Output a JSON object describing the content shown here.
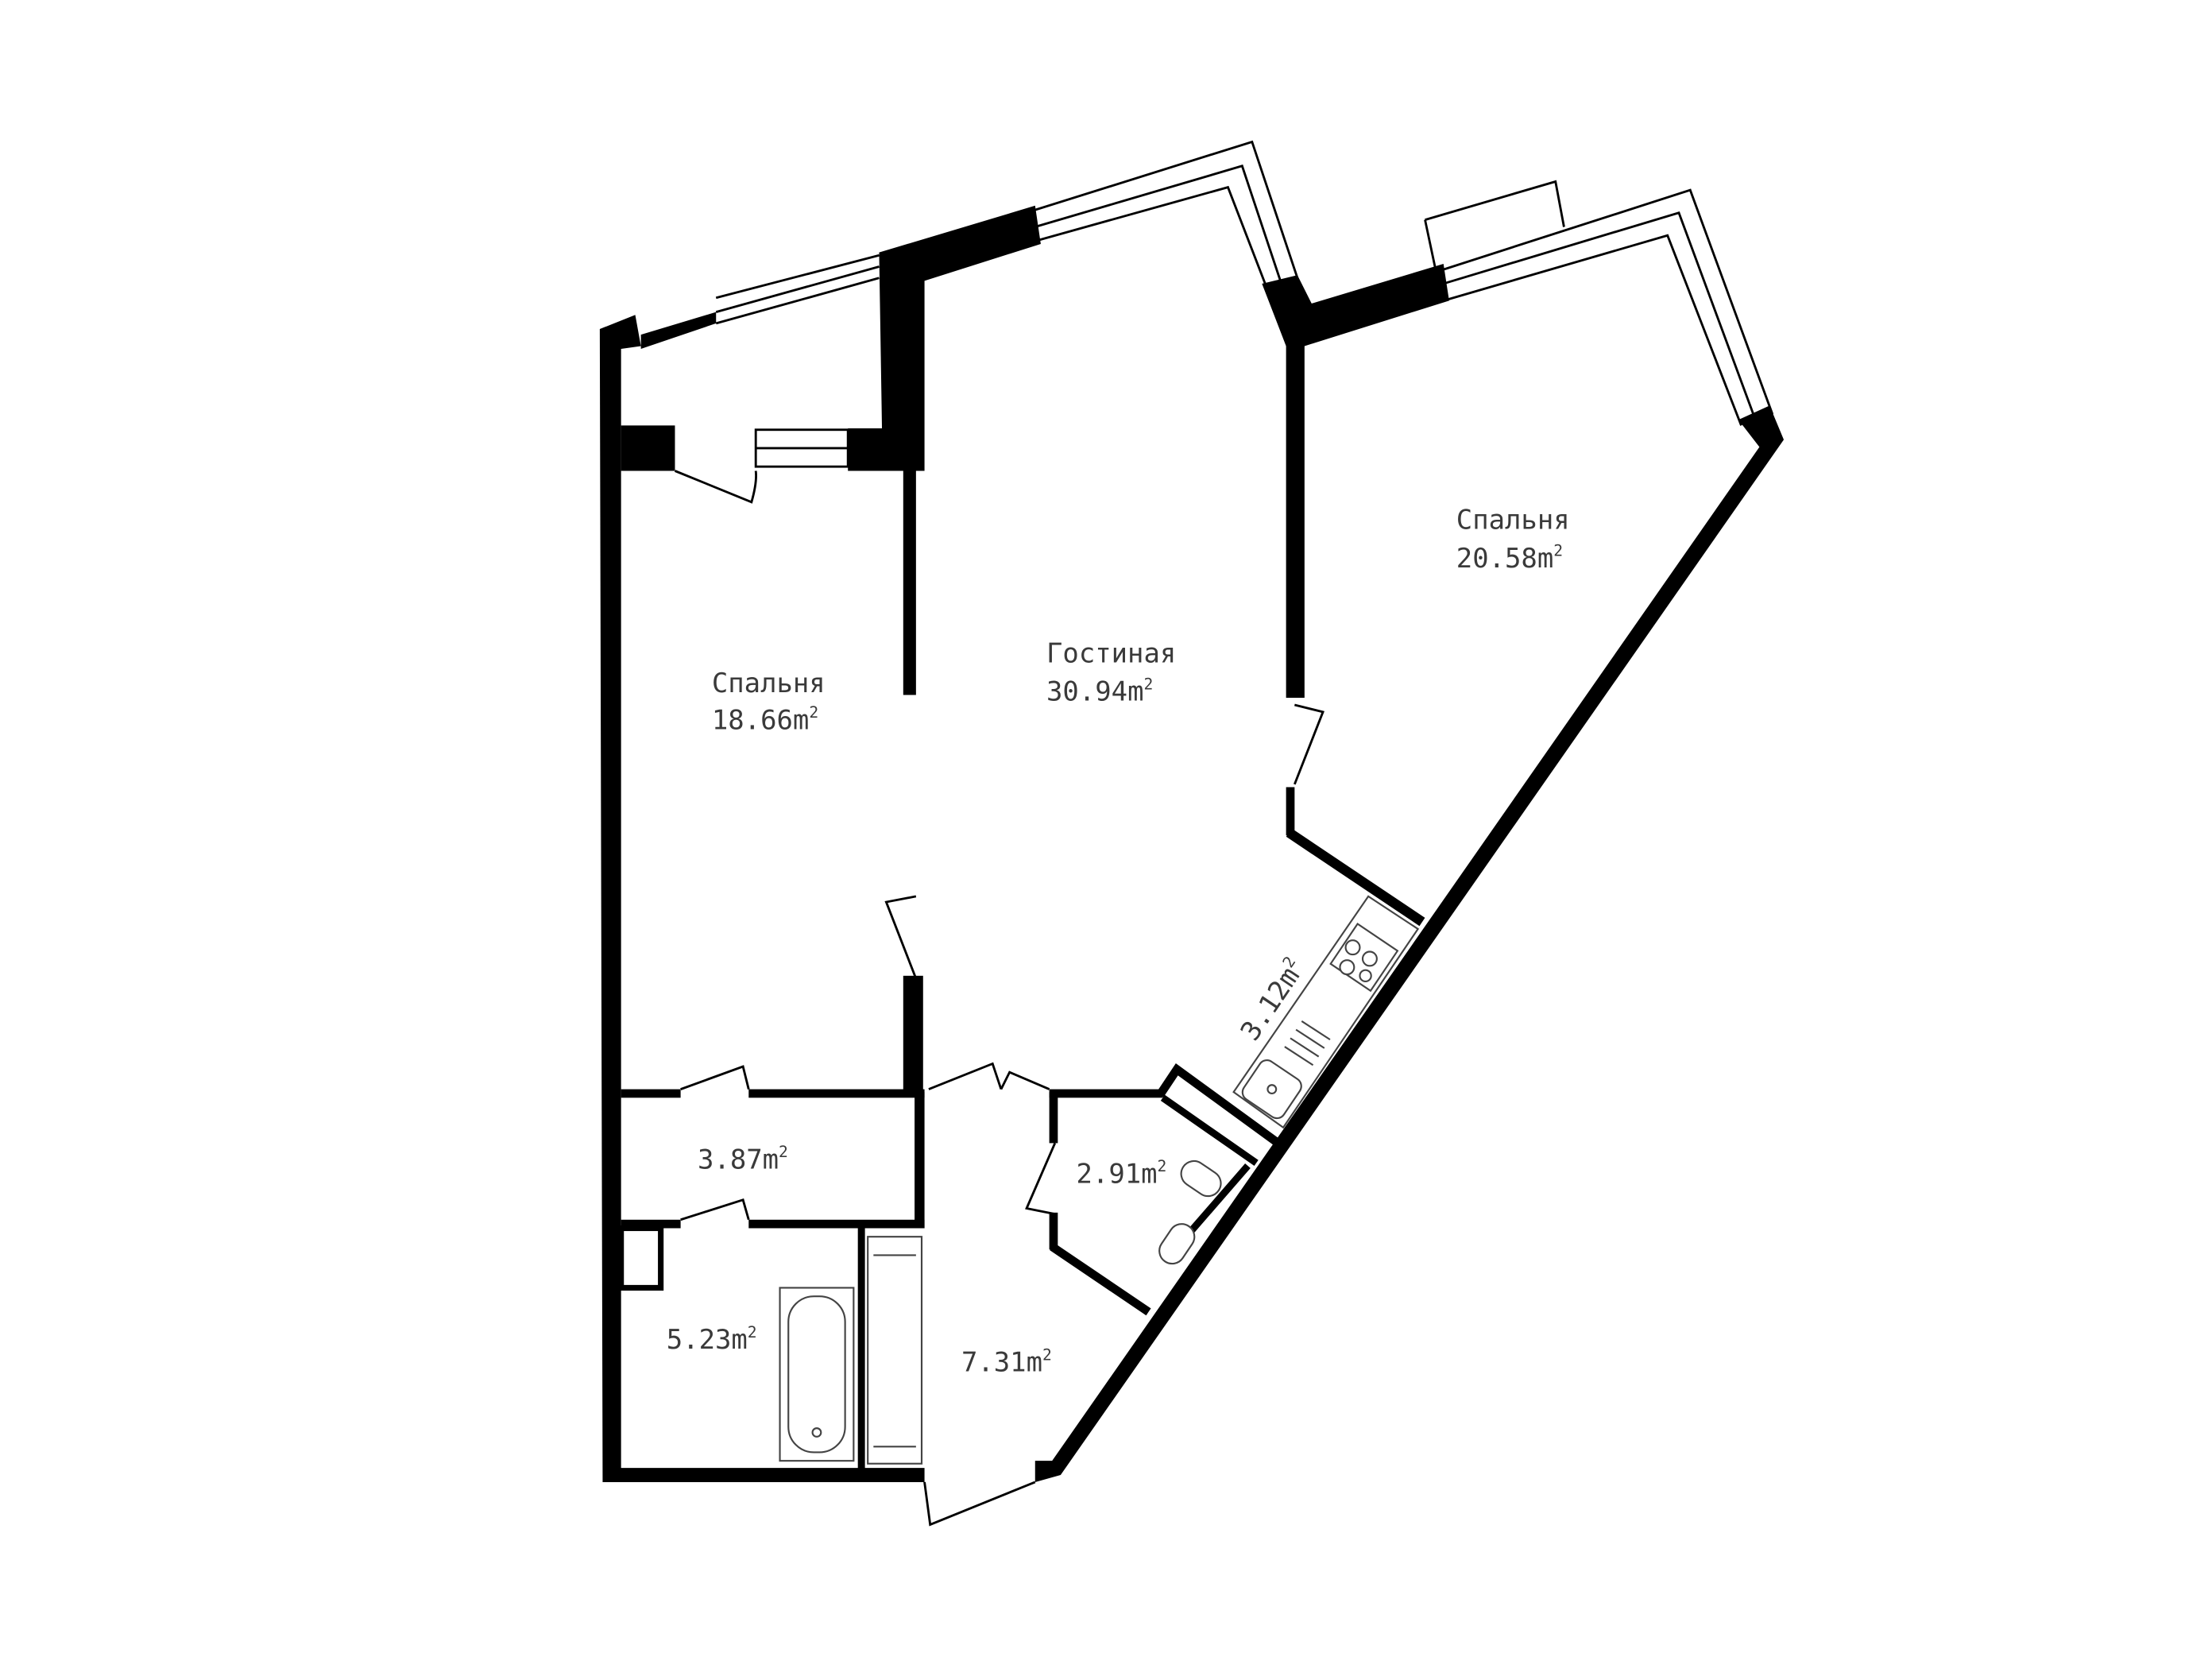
{
  "plan": {
    "colors": {
      "wall": "#000000",
      "label": "#3a3a3a",
      "fixture": "#444444"
    },
    "unit": "m",
    "unit_sup": "2",
    "rooms": [
      {
        "name": "Спальня",
        "area": "18.66"
      },
      {
        "name": "Гостиная",
        "area": "30.94"
      },
      {
        "name": "Спальня",
        "area": "20.58"
      },
      {
        "name": "",
        "area": "3.12"
      },
      {
        "name": "",
        "area": "3.87"
      },
      {
        "name": "",
        "area": "2.91"
      },
      {
        "name": "",
        "area": "5.23"
      },
      {
        "name": "",
        "area": "7.31"
      }
    ]
  }
}
